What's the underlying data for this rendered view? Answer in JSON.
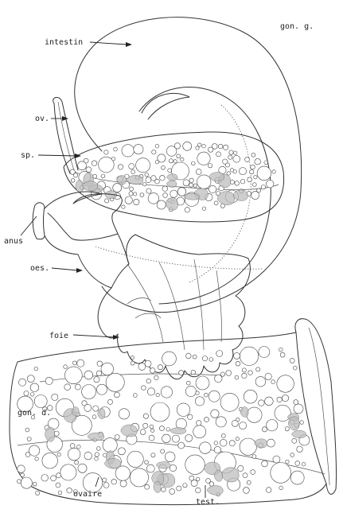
{
  "labels": {
    "gon_g": "gon. g.",
    "intestin": "intestin",
    "ov": "ov.",
    "sp": "sp.",
    "anus": "anus",
    "oes": "oes.",
    "foie": "foie",
    "gon_d": "gon. d.",
    "ovaire": "ovaire",
    "test": "test."
  }
}
